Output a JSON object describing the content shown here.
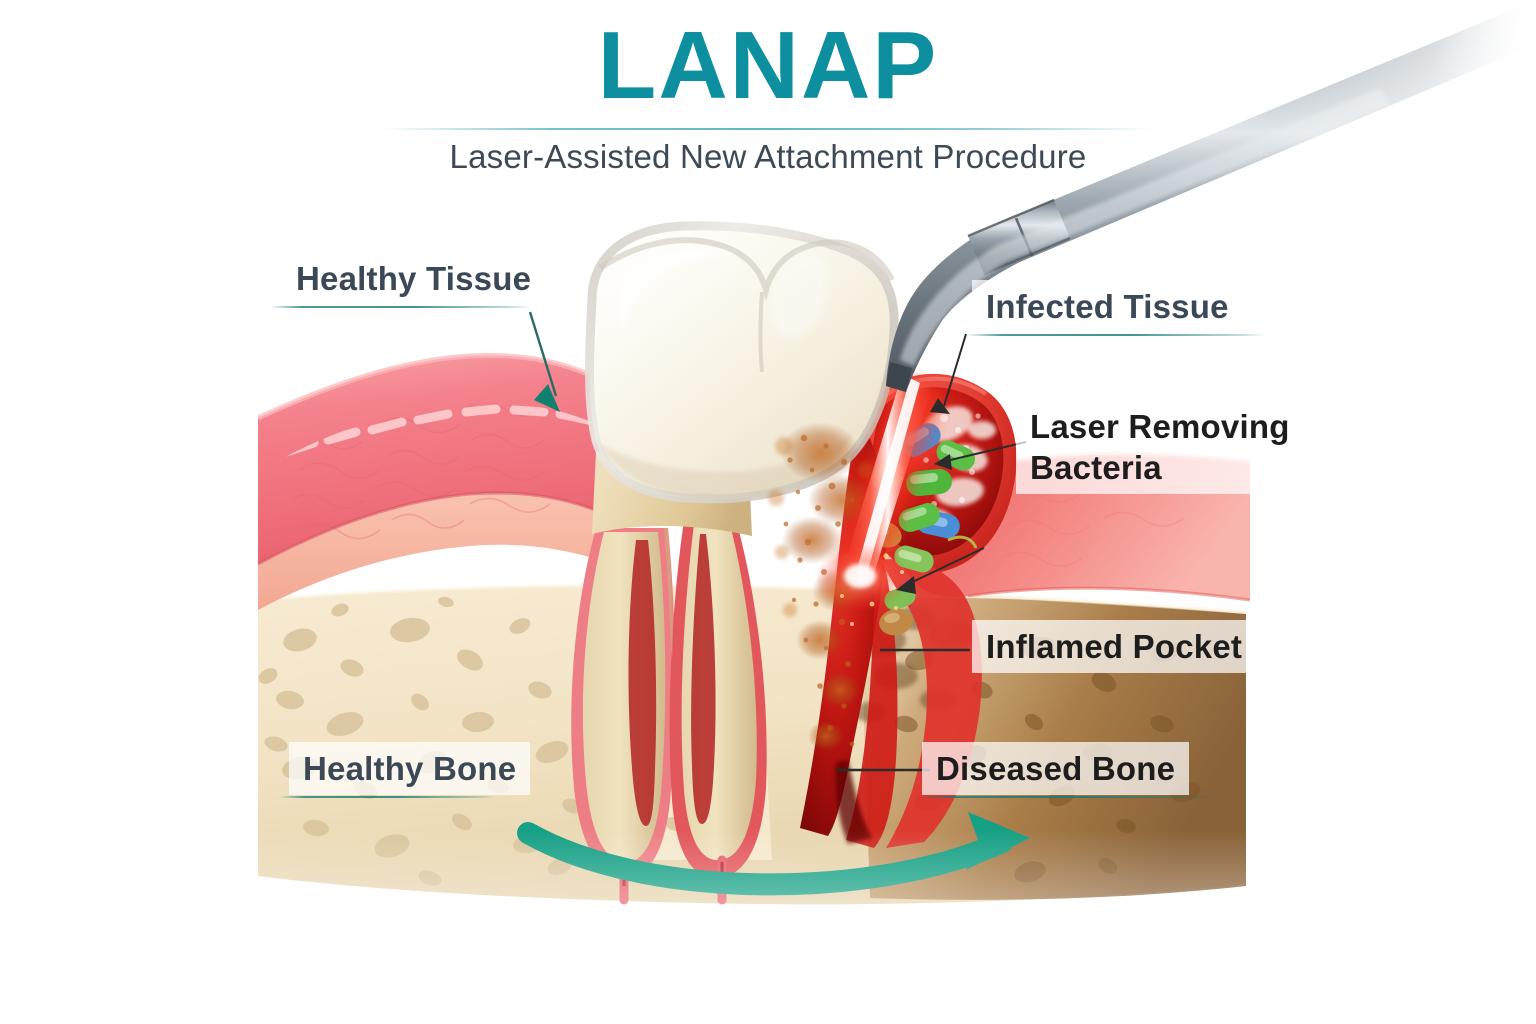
{
  "header": {
    "title": "LANAP",
    "subtitle": "Laser-Assisted New Attachment Procedure",
    "title_color": "#0d8fa0",
    "subtitle_color": "#3d4a56"
  },
  "labels": [
    {
      "id": "healthy-tissue",
      "text": "Healthy Tissue",
      "style": "dark",
      "underline": true,
      "leader": "arrow"
    },
    {
      "id": "infected-tissue",
      "text": "Infected Tissue",
      "style": "dark",
      "underline": true,
      "leader": "line"
    },
    {
      "id": "laser-bacteria",
      "line1": "Laser Removing",
      "line2": "Bacteria",
      "style": "ink",
      "underline": false,
      "leader": "line"
    },
    {
      "id": "inflamed-pocket",
      "text": "Inflamed Pocket",
      "style": "ink",
      "underline": false,
      "leader": "line"
    },
    {
      "id": "healthy-bone",
      "text": "Healthy Bone",
      "style": "dark",
      "underline": true,
      "leader": "none"
    },
    {
      "id": "diseased-bone",
      "text": "Diseased Bone",
      "style": "ink",
      "underline": true,
      "leader": "line"
    }
  ],
  "illustration": {
    "kind": "medical-cross-section-tooth-periodontium",
    "arrow_color": "#16a085",
    "colors": {
      "enamel_light": "#fdfaf3",
      "enamel_shadow": "#d7d1c8",
      "dentin": "#e8d6ae",
      "dentin_dark": "#cdb486",
      "gum_healthy": "#f0737d",
      "gum_healthy_light": "#f79aa0",
      "periosteum": "#f6b6a4",
      "bone_healthy": "#f4e6c6",
      "bone_pore": "#d9c39a",
      "bone_diseased": "#a87a4e",
      "bone_diseased_dark": "#6e4a2a",
      "pocket_red": "#d41b14",
      "pocket_deep": "#8e0b0b",
      "pdl_red": "#e0535a",
      "laser_beam": "#ff2d2d",
      "handpiece_steel": "#9aa4ad",
      "bacteria_green": "#5cc24a",
      "bacteria_blue": "#4a90d9",
      "bacteria_orange": "#d9892f",
      "calculus": "#c0641f"
    },
    "bacteria_count": 12,
    "sweep_arrow_label": "healing-sweep-arrow"
  }
}
